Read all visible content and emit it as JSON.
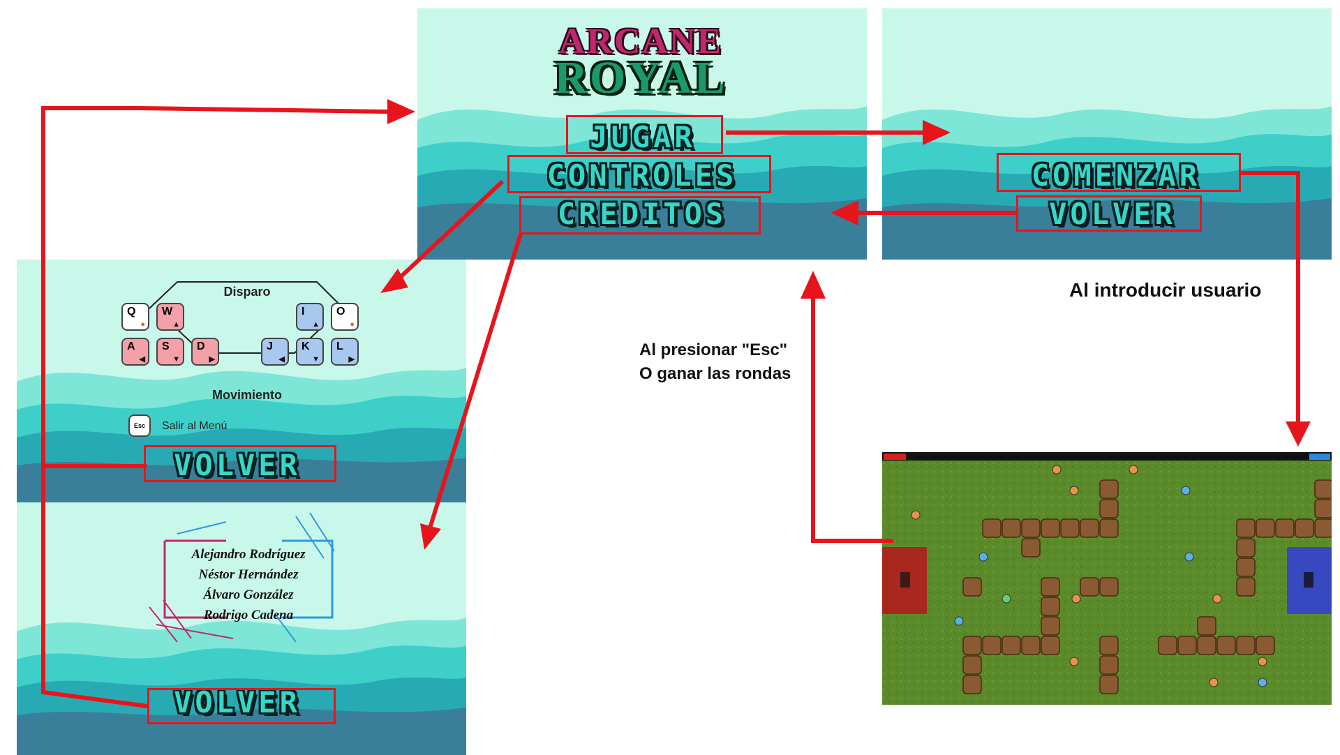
{
  "title_screen": {
    "logo_line1": "ARCANE",
    "logo_line2": "ROYAL",
    "btn_play": "JUGAR",
    "btn_controls": "CONTROLES",
    "btn_credits": "CREDITOS"
  },
  "start_screen": {
    "btn_start": "COMENZAR",
    "btn_back": "VOLVER"
  },
  "controls_screen": {
    "label_shoot": "Disparo",
    "label_move": "Movimiento",
    "keys_left": [
      {
        "k": "Q",
        "glyph": "●",
        "color": "white"
      },
      {
        "k": "W",
        "glyph": "▲",
        "color": "red"
      },
      {
        "k": "A",
        "glyph": "◀",
        "color": "red"
      },
      {
        "k": "S",
        "glyph": "▼",
        "color": "red"
      },
      {
        "k": "D",
        "glyph": "▶",
        "color": "red"
      }
    ],
    "keys_right": [
      {
        "k": "I",
        "glyph": "▲",
        "color": "blue"
      },
      {
        "k": "O",
        "glyph": "●",
        "color": "white"
      },
      {
        "k": "J",
        "glyph": "◀",
        "color": "blue"
      },
      {
        "k": "K",
        "glyph": "▼",
        "color": "blue"
      },
      {
        "k": "L",
        "glyph": "▶",
        "color": "blue"
      }
    ],
    "esc_key": "Esc",
    "esc_label": "Salir al Menú",
    "btn_back": "VOLVER"
  },
  "credits_screen": {
    "names": [
      "Alejandro Rodríguez",
      "Néstor Hernández",
      "Álvaro González",
      "Rodrigo Cadena"
    ],
    "btn_back": "VOLVER"
  },
  "notes": {
    "enter_user": "Al introducir usuario",
    "esc_line1": "Al presionar \"Esc\"",
    "esc_line2": "O ganar las rondas"
  },
  "colors": {
    "arrow": "#e8141c",
    "sky": "#c8f8ea",
    "grass": "#5a8a2a",
    "wall": "#8a5a32",
    "player_red": "#a8281e",
    "player_blue": "#3848c0"
  }
}
